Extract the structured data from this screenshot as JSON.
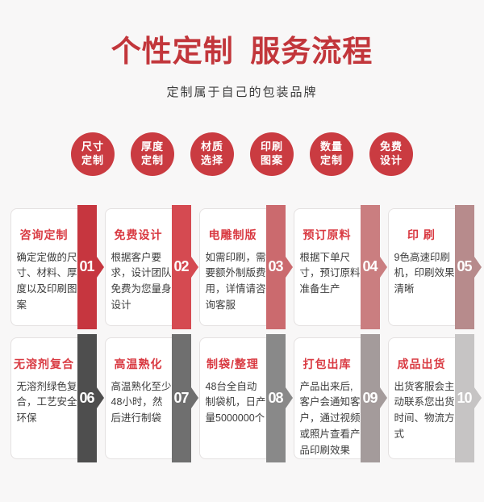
{
  "header": {
    "title": "个性定制  服务流程",
    "subtitle": "定制属于自己的包装品牌"
  },
  "features": [
    {
      "label": "尺寸\n定制"
    },
    {
      "label": "厚度\n定制"
    },
    {
      "label": "材质\n选择"
    },
    {
      "label": "印刷\n图案"
    },
    {
      "label": "数量\n定制"
    },
    {
      "label": "免费\n设计"
    }
  ],
  "steps": [
    {
      "num": "01",
      "title": "咨询定制",
      "desc": "确定定做的尺寸、材料、厚度以及印刷图案",
      "band": "#c6363f"
    },
    {
      "num": "02",
      "title": "免费设计",
      "desc": "根据客户要求，设计团队免费为您量身设计",
      "band": "#d54a51"
    },
    {
      "num": "03",
      "title": "电雕制版",
      "desc": "如需印刷，需要额外制版费用，详情请咨询客服",
      "band": "#cb6a6e"
    },
    {
      "num": "04",
      "title": "预订原料",
      "desc": "根据下单尺寸，预订原料准备生产",
      "band": "#ca7e80"
    },
    {
      "num": "05",
      "title": "印 刷",
      "desc": "9色高速印刷机，印刷效果清晰",
      "band": "#b78b8c"
    },
    {
      "num": "06",
      "title": "无溶剂复合",
      "desc": "无溶剂绿色复合，工艺安全环保",
      "band": "#4e4e4e"
    },
    {
      "num": "07",
      "title": "高温熟化",
      "desc": "高温熟化至少48小时，然后进行制袋",
      "band": "#6f6f6f"
    },
    {
      "num": "08",
      "title": "制袋/整理",
      "desc": "48台全自动制袋机，日产量5000000个",
      "band": "#898989"
    },
    {
      "num": "09",
      "title": "打包出库",
      "desc": "产品出来后, 客户会通知客户，通过视频或照片查看产品印刷效果",
      "band": "#a49b9b"
    },
    {
      "num": "10",
      "title": "成品出货",
      "desc": "出货客服会主动联系您出货时间、物流方式",
      "band": "#c6c4c4"
    }
  ],
  "colors": {
    "page_bg": "#f8f7f7",
    "title_red": "#c2363b",
    "circle_red": "#ca3b41",
    "card_title_red": "#d93a42"
  }
}
